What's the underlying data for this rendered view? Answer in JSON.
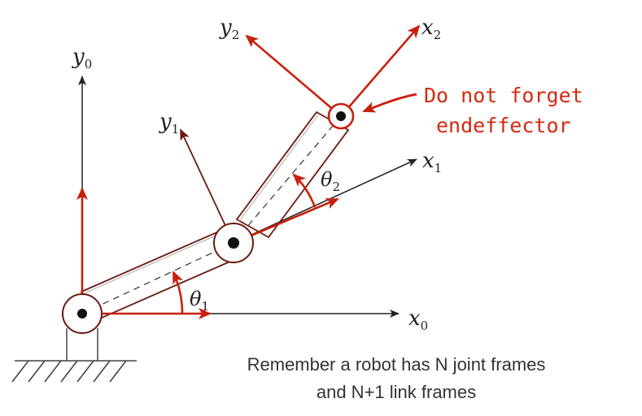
{
  "labels": {
    "y0": "y",
    "y0_sub": "0",
    "x0": "x",
    "x0_sub": "0",
    "y1": "y",
    "y1_sub": "1",
    "x1": "x",
    "x1_sub": "1",
    "y2": "y",
    "y2_sub": "2",
    "x2": "x",
    "x2_sub": "2",
    "theta1": "θ",
    "theta1_sub": "1",
    "theta2": "θ",
    "theta2_sub": "2"
  },
  "annotation": {
    "line1": "Do not forget",
    "line2": "endeffector"
  },
  "caption": {
    "line1": "Remember a robot has N joint frames",
    "line2": "and N+1 link frames"
  },
  "colors": {
    "frame_red": "#c8200c",
    "dark_red": "#6b1a10",
    "ink": "#222222"
  }
}
